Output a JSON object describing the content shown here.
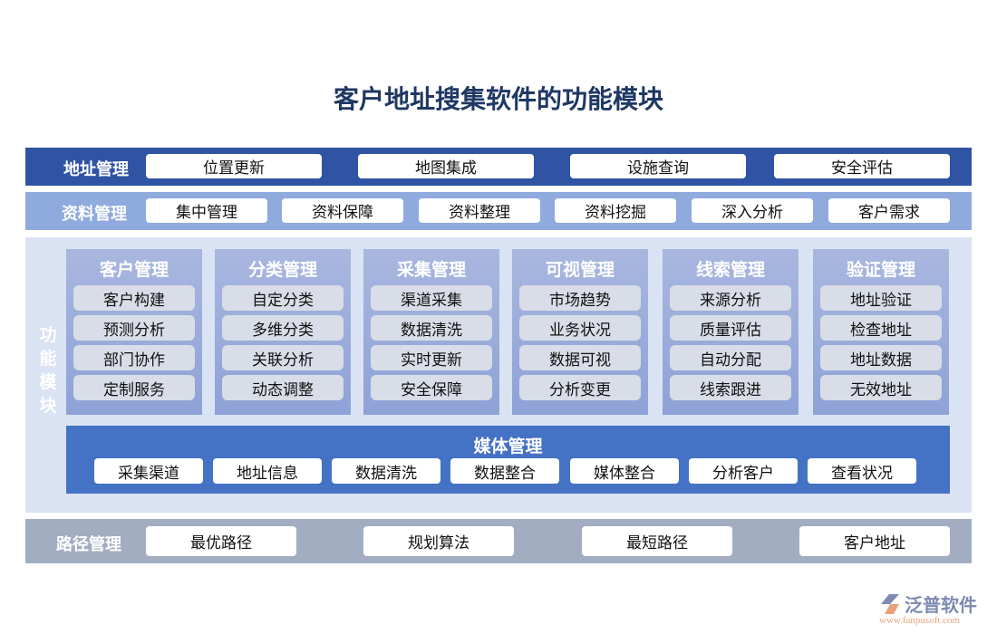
{
  "title": "客户地址搜集软件的功能模块",
  "colors": {
    "title": "#1f3864",
    "address_bar": "#2f54a4",
    "data_bar": "#8faadc",
    "panel": "#dae3f3",
    "media": "#4472c4",
    "path_bar": "#a3adc2"
  },
  "address": {
    "label": "地址管理",
    "items": [
      "位置更新",
      "地图集成",
      "设施查询",
      "安全评估"
    ]
  },
  "data_mgmt": {
    "label": "资料管理",
    "items": [
      "集中管理",
      "资料保障",
      "资料整理",
      "资料挖掘",
      "深入分析",
      "客户需求"
    ]
  },
  "functions": {
    "label": "功能模块",
    "groups": [
      {
        "title": "客户管理",
        "items": [
          "客户构建",
          "预测分析",
          "部门协作",
          "定制服务"
        ]
      },
      {
        "title": "分类管理",
        "items": [
          "自定分类",
          "多维分类",
          "关联分析",
          "动态调整"
        ]
      },
      {
        "title": "采集管理",
        "items": [
          "渠道采集",
          "数据清洗",
          "实时更新",
          "安全保障"
        ]
      },
      {
        "title": "可视管理",
        "items": [
          "市场趋势",
          "业务状况",
          "数据可视",
          "分析变更"
        ]
      },
      {
        "title": "线索管理",
        "items": [
          "来源分析",
          "质量评估",
          "自动分配",
          "线索跟进"
        ]
      },
      {
        "title": "验证管理",
        "items": [
          "地址验证",
          "检查地址",
          "地址数据",
          "无效地址"
        ]
      }
    ],
    "media": {
      "title": "媒体管理",
      "items": [
        "采集渠道",
        "地址信息",
        "数据清洗",
        "数据整合",
        "媒体整合",
        "分析客户",
        "查看状况"
      ]
    }
  },
  "path": {
    "label": "路径管理",
    "items": [
      "最优路径",
      "规划算法",
      "最短路径",
      "客户地址"
    ]
  },
  "logo": {
    "name": "泛普软件",
    "url": "www.fanpusoft.com"
  }
}
